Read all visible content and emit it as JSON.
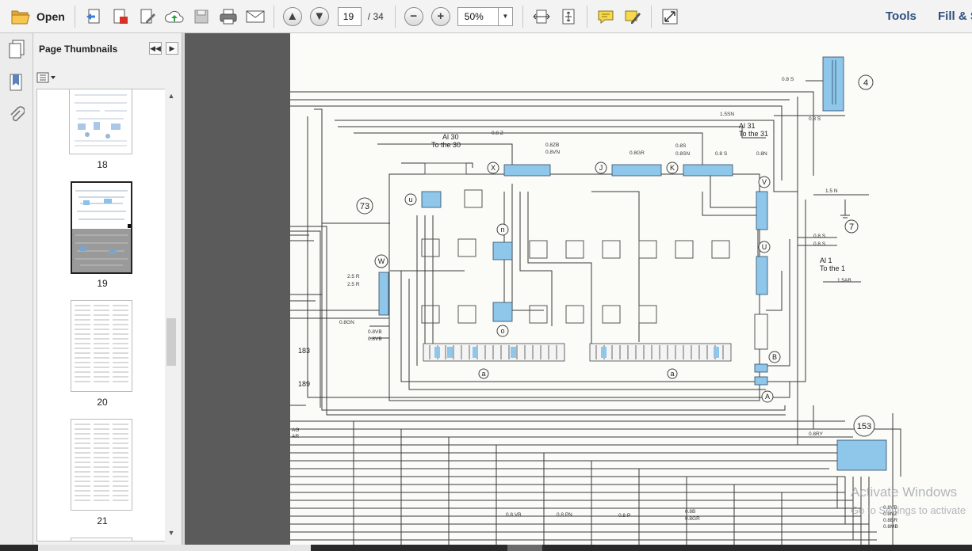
{
  "toolbar": {
    "open_label": "Open",
    "current_page": "19",
    "total_pages": "/ 34",
    "zoom": "50%",
    "tools_label": "Tools",
    "fill_sign_label": "Fill & S",
    "icons": [
      "folder-open-icon",
      "create-pdf-icon",
      "export-pdf-icon",
      "edit-pdf-icon",
      "upload-icon",
      "save-icon",
      "print-icon",
      "email-icon",
      "page-up-icon",
      "page-down-icon",
      "zoom-out-icon",
      "zoom-in-icon",
      "fit-width-icon",
      "fit-page-icon",
      "comment-icon",
      "sign-icon",
      "fullscreen-icon"
    ]
  },
  "sidebar": {
    "title": "Page Thumbnails",
    "icons": [
      "pages-icon",
      "bookmark-icon",
      "attachment-icon"
    ],
    "thumbnails": [
      {
        "label": "18"
      },
      {
        "label": "19"
      },
      {
        "label": "20"
      },
      {
        "label": "21"
      }
    ]
  },
  "document": {
    "labels": {
      "c4": "4",
      "c73": "73",
      "c7": "7",
      "c153": "153",
      "X": "X",
      "J": "J",
      "K": "K",
      "V": "V",
      "U": "U",
      "W": "W",
      "u": "u",
      "n": "n",
      "o": "o",
      "a1": "a",
      "a2": "a",
      "B": "B",
      "A": "A",
      "ai30a": "Al 30",
      "ai30b": "To the 30",
      "ai31a": "Al 31",
      "ai31b": "To the 31",
      "ai1a": "Al 1",
      "ai1b": "To the 1",
      "n183": "183",
      "n189": "189",
      "w08s": "0.8 S",
      "w08s2": "0.8 S",
      "w15sn": "1.5SN",
      "w08z": "0.8 Z",
      "w08zb": "0.8ZB",
      "w08vn": "0.8VN",
      "w08gr": "0.8GR",
      "w08s3": "0.8S",
      "w08sn": "0.8SN",
      "w08s4": "0.8 S",
      "w08n": "0.8N",
      "w15n": "1.5 N",
      "w08s5": "0.8 S",
      "w08s6": "0.8 S",
      "w15ab": "1.5AB",
      "w25r": "2.5 R",
      "w25r2": "2.5 R",
      "w08gn": "0.8GN",
      "w08vb": "0.8VB",
      "w08vb2": "0.8VB",
      "w08ry": "0.8RY",
      "w08vb3": "0.8 VB",
      "w08pn": "0.8 PN",
      "w08p": "0.8 P",
      "w08b": "0.8B",
      "w08gr2": "0.8GR",
      "w08vb4": "0.8VB",
      "w08nz": "0.8NZ",
      "w08br": "0.8BR",
      "w08mb": "0.8MB",
      "ag": "AG",
      "ar": "AR"
    }
  },
  "watermark": {
    "line1": "Activate Windows",
    "line2": "Go to Settings to activate"
  }
}
